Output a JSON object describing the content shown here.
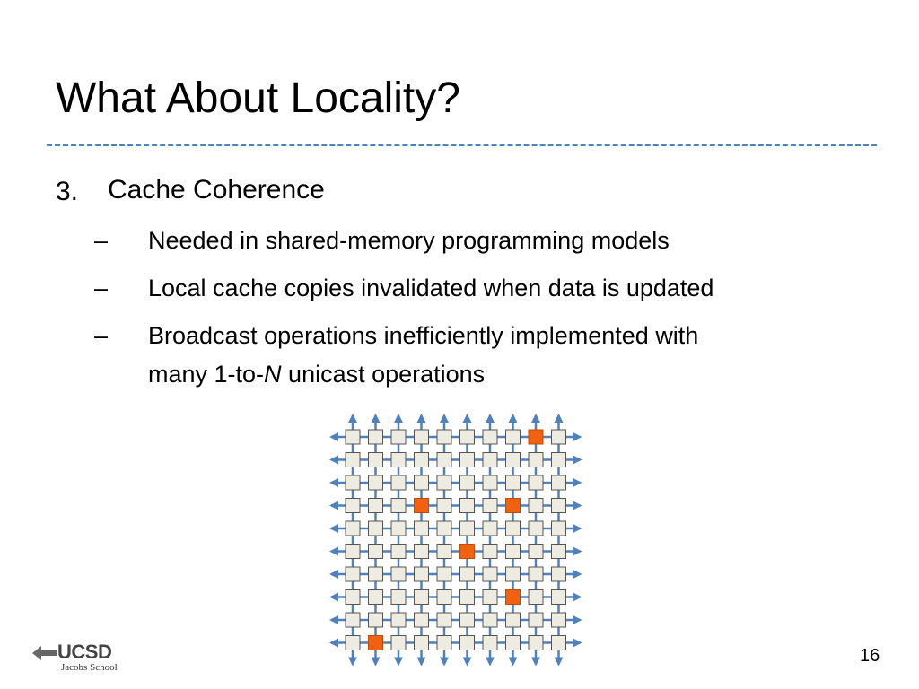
{
  "slide": {
    "title": "What About Locality?",
    "number": "16",
    "item": {
      "num": "3.",
      "title": "Cache Coherence"
    },
    "bullets": [
      {
        "marker": "–",
        "text": "Needed in shared-memory programming models"
      },
      {
        "marker": "–",
        "text": "Local cache copies invalidated when data is updated"
      },
      {
        "marker": "–",
        "text": "Broadcast operations inefficiently implemented with",
        "line2_pre": "many 1-to-",
        "line2_em": "N",
        "line2_post": " unicast operations"
      }
    ]
  },
  "logo": {
    "name": "UCSD",
    "subtitle": "Jacobs School"
  },
  "mesh": {
    "rows": 10,
    "cols": 10,
    "highlighted": [
      [
        0,
        8
      ],
      [
        3,
        3
      ],
      [
        3,
        7
      ],
      [
        5,
        5
      ],
      [
        7,
        7
      ],
      [
        9,
        1
      ]
    ],
    "node_color": "#eeece1",
    "highlight_color": "#f0620f",
    "link_color": "#4f81bd"
  }
}
